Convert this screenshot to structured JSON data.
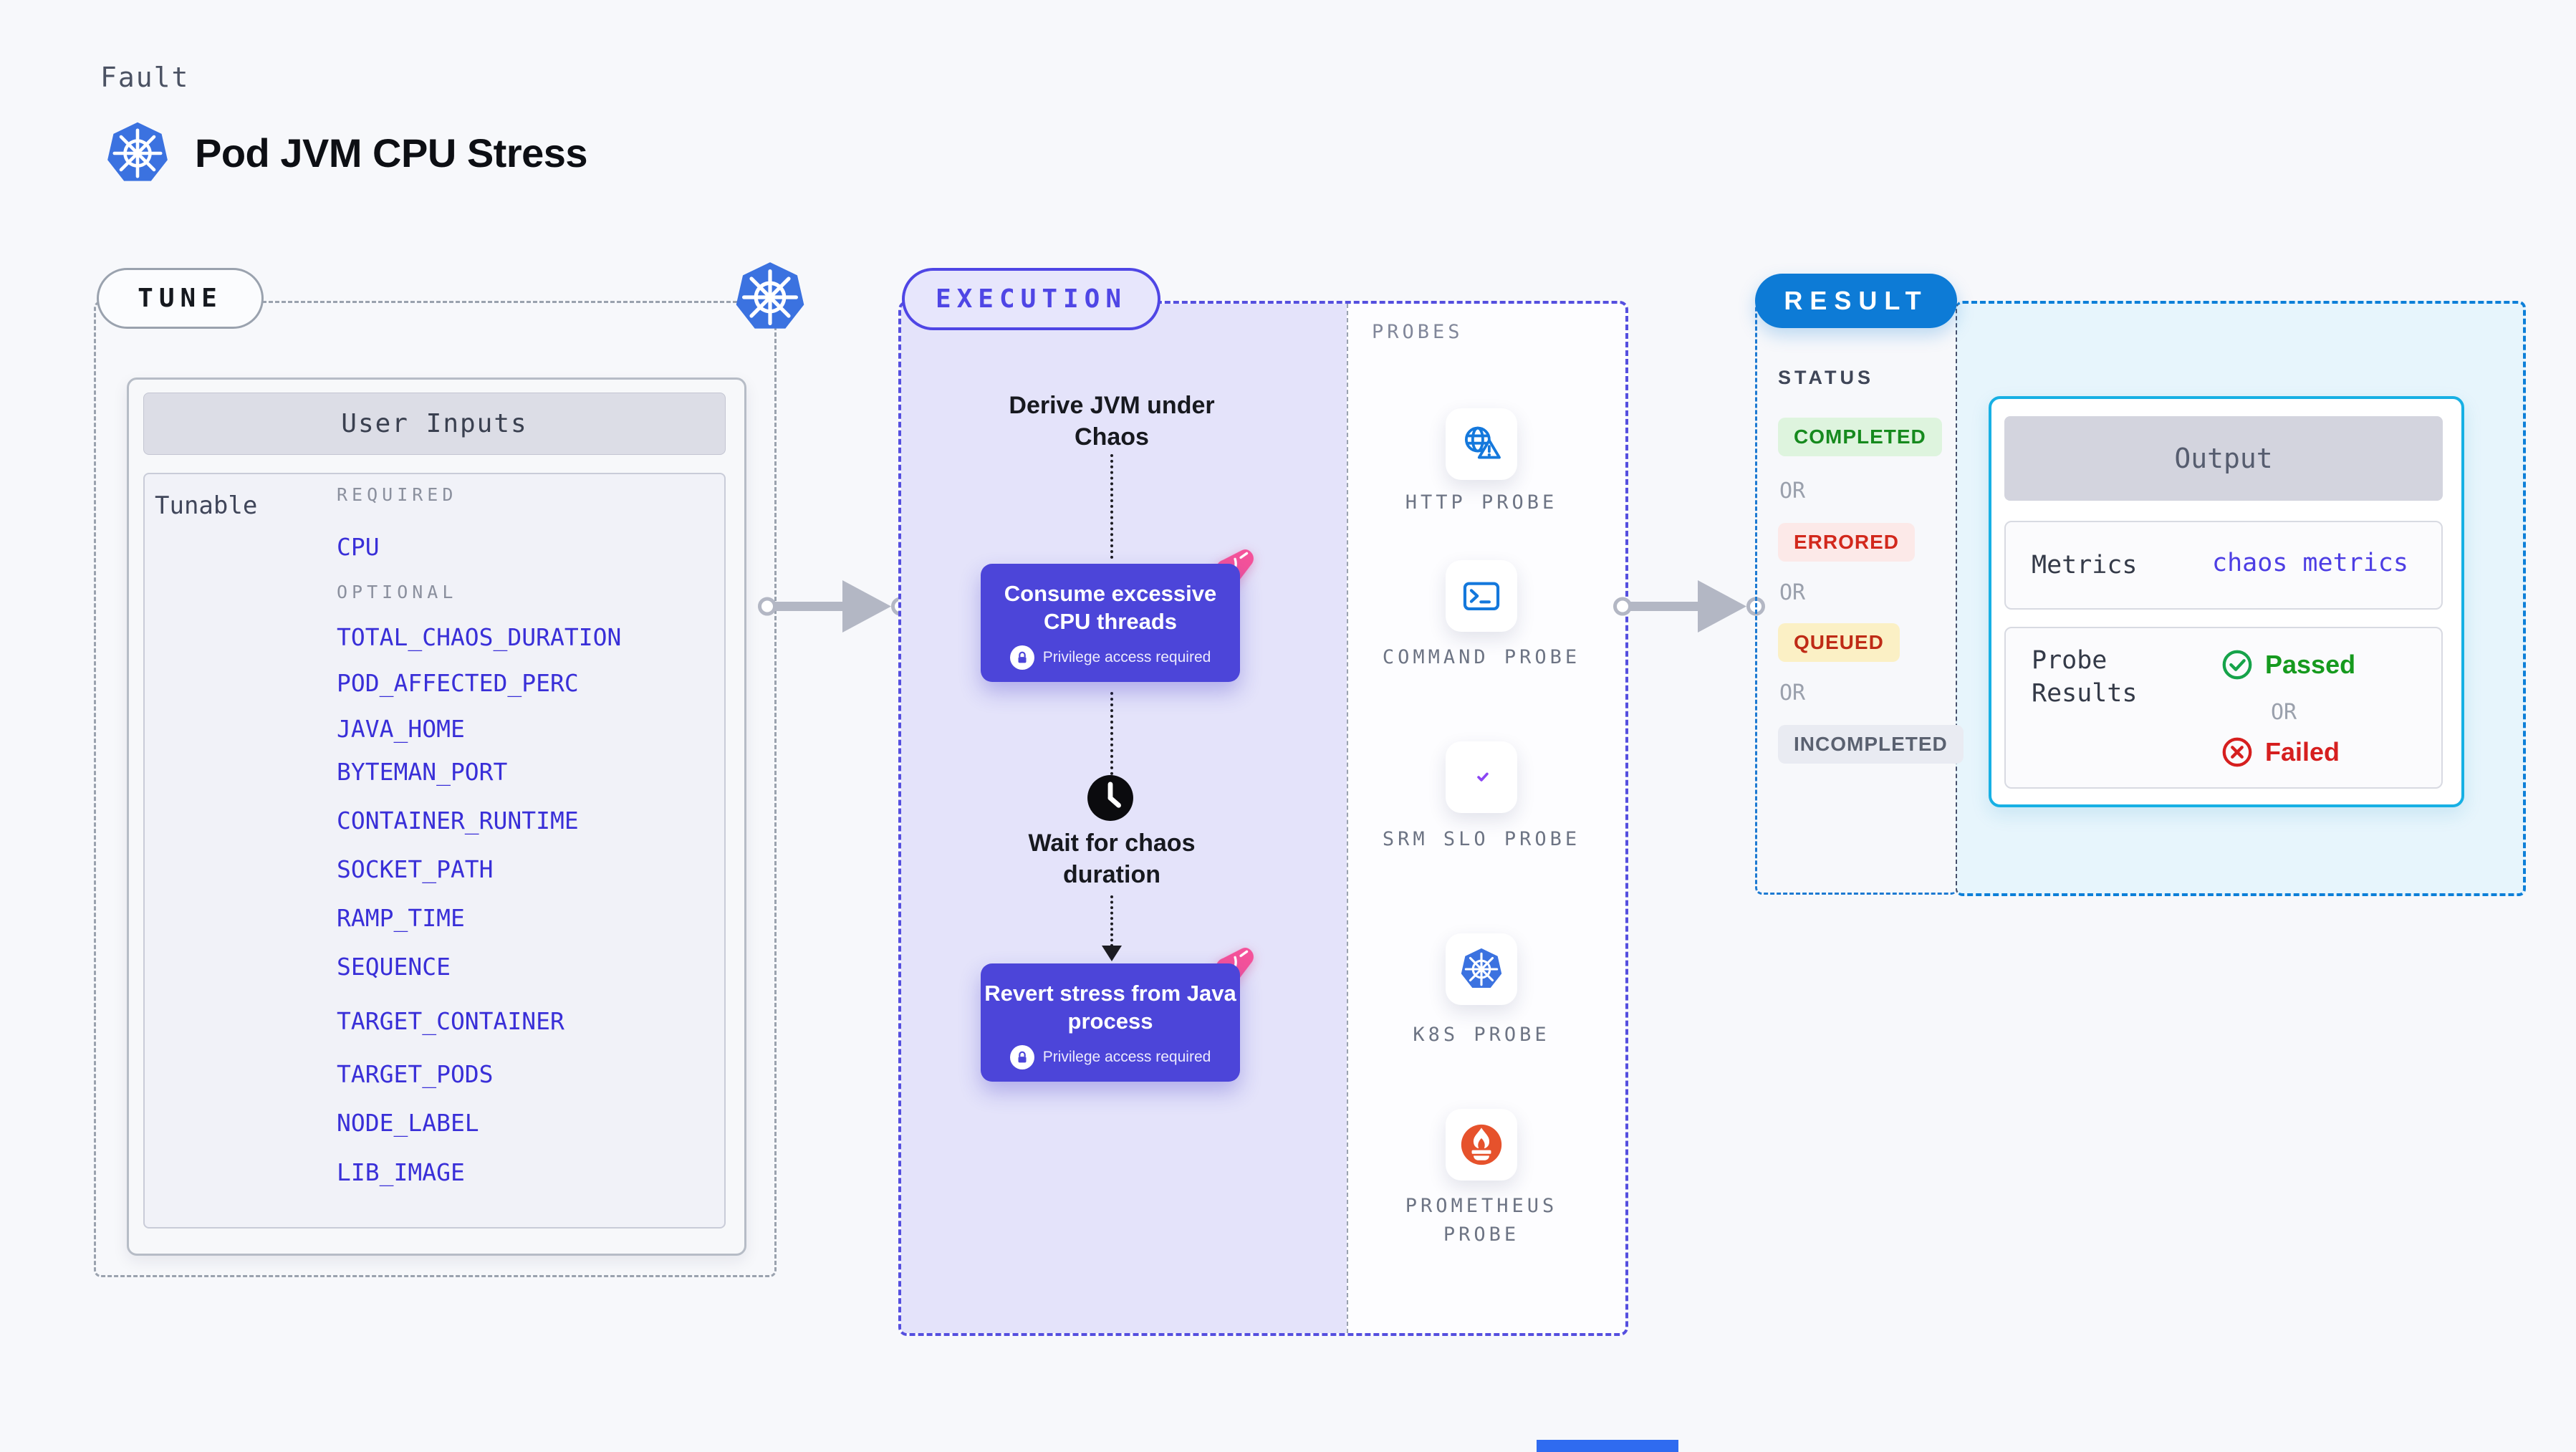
{
  "page": {
    "kicker": "Fault",
    "title": "Pod JVM CPU Stress"
  },
  "tune": {
    "label": "TUNE",
    "card_title": "User Inputs",
    "row_label": "Tunable",
    "required_heading": "REQUIRED",
    "required_items": [
      "CPU"
    ],
    "optional_heading": "OPTIONAL",
    "optional_items": [
      "TOTAL_CHAOS_DURATION",
      "POD_AFFECTED_PERC",
      "JAVA_HOME",
      "BYTEMAN_PORT",
      "CONTAINER_RUNTIME",
      "SOCKET_PATH",
      "RAMP_TIME",
      "SEQUENCE",
      "TARGET_CONTAINER",
      "TARGET_PODS",
      "NODE_LABEL",
      "LIB_IMAGE"
    ]
  },
  "execution": {
    "label": "EXECUTION",
    "step_derive": "Derive JVM under Chaos",
    "action_consume": "Consume excessive CPU threads",
    "privilege_note": "Privilege access required",
    "step_wait": "Wait for chaos duration",
    "action_revert": "Revert stress from Java process"
  },
  "probes": {
    "label": "PROBES",
    "items": [
      {
        "name": "HTTP PROBE",
        "icon": "globe-alert-icon"
      },
      {
        "name": "COMMAND PROBE",
        "icon": "terminal-icon"
      },
      {
        "name": "SRM SLO PROBE",
        "icon": "slo-donut-icon"
      },
      {
        "name": "K8S PROBE",
        "icon": "kubernetes-icon"
      },
      {
        "name": "PROMETHEUS PROBE",
        "icon": "prometheus-icon"
      }
    ]
  },
  "result": {
    "label": "RESULT",
    "status_heading": "STATUS",
    "or_label": "OR",
    "statuses": [
      {
        "text": "COMPLETED",
        "fg": "#168a1e",
        "bg": "#def4de"
      },
      {
        "text": "ERRORED",
        "fg": "#d2281c",
        "bg": "#fce9e8"
      },
      {
        "text": "QUEUED",
        "fg": "#bf2b16",
        "bg": "#fbf0c5"
      },
      {
        "text": "INCOMPLETED",
        "fg": "#5a6170",
        "bg": "#e9ebf2"
      }
    ],
    "output": {
      "title": "Output",
      "metrics_label": "Metrics",
      "metrics_value": "chaos metrics",
      "probe_results_label": "Probe Results",
      "passed": "Passed",
      "or_label": "OR",
      "failed": "Failed"
    }
  },
  "colors": {
    "accent_indigo": "#4f46e5",
    "flow_box_indigo": "#4c45d9",
    "kubernetes_blue": "#3b72e0",
    "result_blue": "#0d7bd6",
    "cyan_border": "#17b0e4",
    "pink_badge": "#f4529a",
    "prometheus_orange": "#e6522c",
    "probe_icon_blue": "#1478dc",
    "success_green": "#16a34a",
    "error_red": "#d61f1f",
    "arrow_gray": "#b3b7c4"
  }
}
